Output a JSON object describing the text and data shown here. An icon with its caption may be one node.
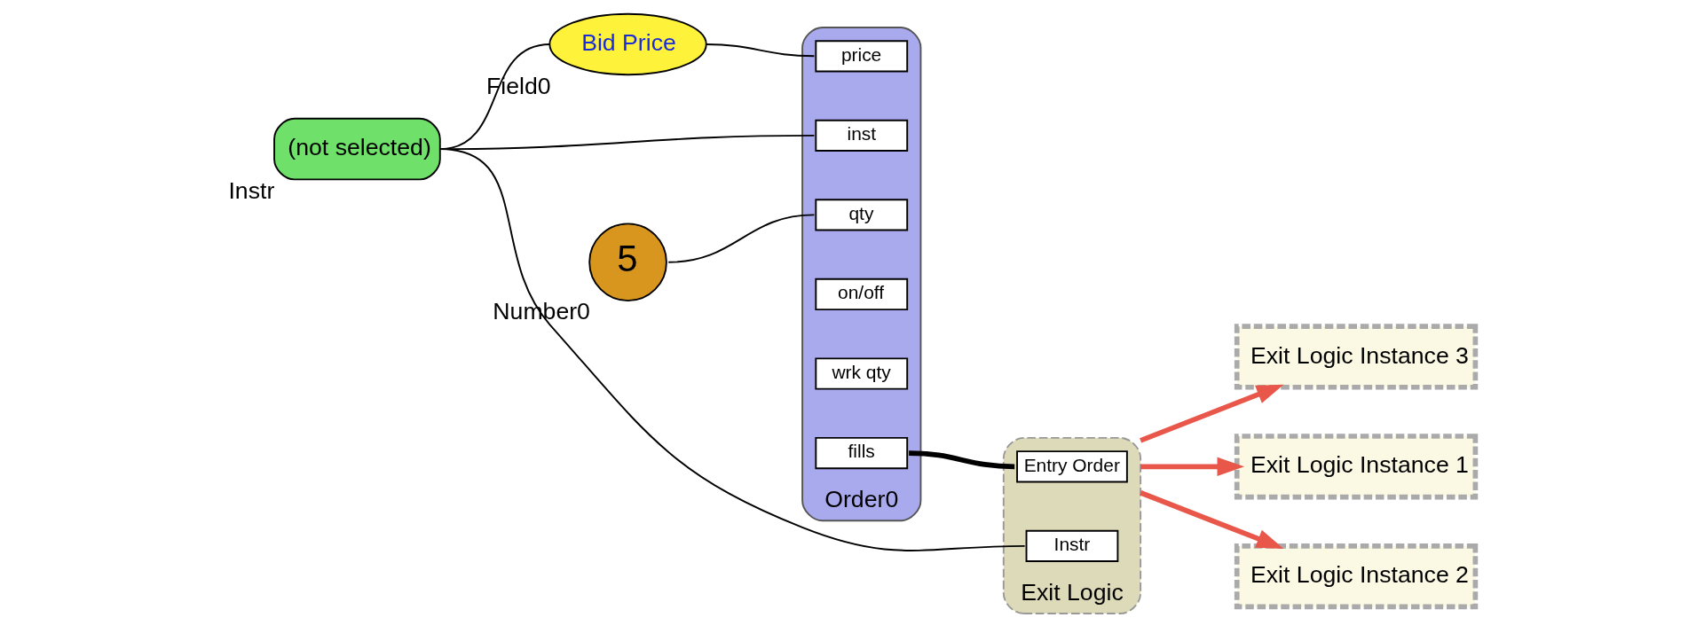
{
  "diagram": {
    "nodes": [
      {
        "text": [
          "(not selected)"
        ],
        "beside": [
          "Instr"
        ]
      },
      {
        "text": [
          "Bid Price"
        ],
        "beside": [
          "Field0"
        ]
      },
      {
        "text": [
          "5"
        ],
        "beside": [
          "Number0"
        ]
      },
      {
        "text": [],
        "shape": "box",
        "beside": [
          "Order0"
        ]
      },
      {
        "text": [
          "inst"
        ],
        "in": 3
      },
      {
        "text": [
          "price"
        ],
        "in": 3
      },
      {
        "text": [
          "qty"
        ],
        "in": 3
      },
      {
        "text": [
          "on/off"
        ],
        "in": 3
      },
      {
        "text": [
          "wrk qty"
        ],
        "in": 3
      },
      {
        "text": [
          "fills"
        ],
        "in": 3
      },
      {
        "text": [],
        "shape": "box",
        "beside": [
          "Exit Logic"
        ]
      },
      {
        "text": [
          "Entry Order"
        ],
        "in": 10
      },
      {
        "text": [
          "Instr"
        ],
        "in": 10
      },
      {
        "text": [
          "Exit Logic Instance 3"
        ]
      },
      {
        "text": [
          "Exit Logic Instance 1"
        ]
      },
      {
        "text": [
          "Exit Logic Instance 2"
        ]
      }
    ],
    "edges": [
      {
        "from": 0,
        "to": 1,
        "arrow": "none"
      },
      {
        "from": 0,
        "to": 4,
        "arrow": "none"
      },
      {
        "from": 0,
        "to": 12,
        "arrow": "none"
      },
      {
        "from": 1,
        "to": 5,
        "arrow": "none"
      },
      {
        "from": 2,
        "to": 6,
        "arrow": "none"
      },
      {
        "from": 9,
        "to": 11,
        "arrow": "none",
        "style": "thick"
      },
      {
        "from": 10,
        "to": 13,
        "arrow": "to",
        "style": "thick",
        "color": "#e8574a"
      },
      {
        "from": 10,
        "to": 15,
        "arrow": "to",
        "style": "thick",
        "color": "#e8574a"
      },
      {
        "from": 10,
        "to": 14,
        "arrow": "to",
        "style": "thick",
        "color": "#e8574a"
      }
    ]
  }
}
